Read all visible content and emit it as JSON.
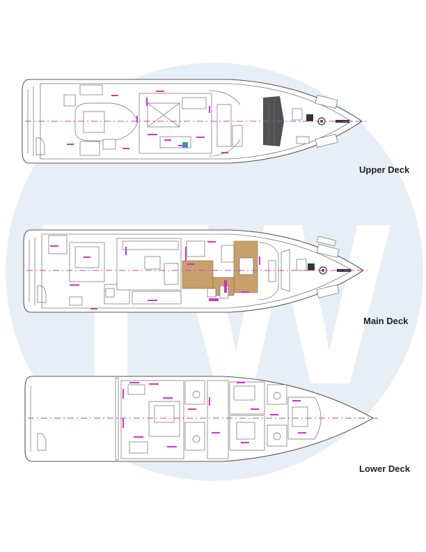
{
  "watermark": {
    "text": "TW",
    "circle_color": "#e6edf6",
    "letter_color": "#ffffff"
  },
  "decks": [
    {
      "id": "upper",
      "label": "Upper Deck"
    },
    {
      "id": "main",
      "label": "Main Deck"
    },
    {
      "id": "lower",
      "label": "Lower Deck"
    }
  ],
  "colors": {
    "outline": "#555555",
    "dimension_marks": "#d22fd2",
    "centerline": "#c03fc0",
    "wood_floor": "#c9a06c"
  }
}
